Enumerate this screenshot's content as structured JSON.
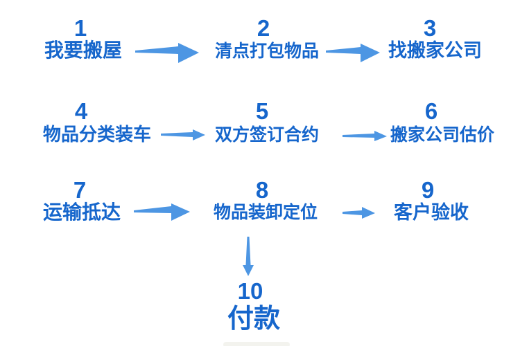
{
  "colors": {
    "text_blue": "#1666CC",
    "arrow_blue": "#4D96E3",
    "background": "#ffffff"
  },
  "flowchart": {
    "name": "moving-house-process",
    "steps": [
      {
        "number": "1",
        "label": "我要搬屋"
      },
      {
        "number": "2",
        "label": "清点打包物品"
      },
      {
        "number": "3",
        "label": "找搬家公司"
      },
      {
        "number": "4",
        "label": "物品分类装车"
      },
      {
        "number": "5",
        "label": "双方签订合约"
      },
      {
        "number": "6",
        "label": "搬家公司估价"
      },
      {
        "number": "7",
        "label": "运输抵达"
      },
      {
        "number": "8",
        "label": "物品装卸定位"
      },
      {
        "number": "9",
        "label": "客户验收"
      },
      {
        "number": "10",
        "label": "付款"
      }
    ],
    "connections": [
      {
        "from": "1",
        "to": "2",
        "direction": "right"
      },
      {
        "from": "2",
        "to": "3",
        "direction": "right"
      },
      {
        "from": "4",
        "to": "5",
        "direction": "right"
      },
      {
        "from": "5",
        "to": "6",
        "direction": "right"
      },
      {
        "from": "7",
        "to": "8",
        "direction": "right"
      },
      {
        "from": "8",
        "to": "9",
        "direction": "right"
      },
      {
        "from": "8",
        "to": "10",
        "direction": "down"
      }
    ]
  }
}
